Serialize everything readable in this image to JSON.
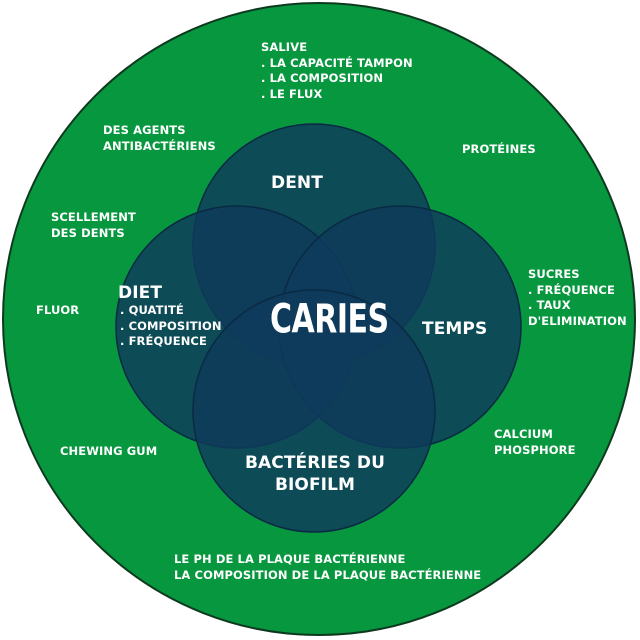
{
  "colors": {
    "background": "#ffffff",
    "outer_ring": "#07973F",
    "outer_ring_stroke": "#0d3a1f",
    "circles": "#0f3a5c",
    "circle_stroke": "#0a2a44",
    "text": "#ffffff"
  },
  "center": {
    "label": "CARIES"
  },
  "circles": {
    "dent": {
      "title": "DENT"
    },
    "diet": {
      "title": "DIET",
      "items": [
        ". QUATITÉ",
        ". COMPOSITION",
        ". FRÉQUENCE"
      ]
    },
    "temps": {
      "title": "TEMPS"
    },
    "bacteries": {
      "title_line1": "BACTÉRIES DU",
      "title_line2": "BIOFILM"
    }
  },
  "outer_labels": {
    "salive": {
      "title": "SALIVE",
      "items": [
        ". LA CAPACITÉ TAMPON",
        ". LA COMPOSITION",
        ". LE FLUX"
      ]
    },
    "agents": {
      "line1": "DES AGENTS",
      "line2": "ANTIBACTÉRIENS"
    },
    "proteines": {
      "text": "PROTÉINES"
    },
    "scellement": {
      "line1": "SCELLEMENT",
      "line2": "DES DENTS"
    },
    "fluor": {
      "text": "FLUOR"
    },
    "sucres": {
      "title": "SUCRES",
      "items": [
        ". FRÉQUENCE",
        ". TAUX",
        "D'ELIMINATION"
      ]
    },
    "chewing": {
      "text": "CHEWING GUM"
    },
    "calcium": {
      "line1": "CALCIUM",
      "line2": "PHOSPHORE"
    },
    "ph": {
      "line1": "LE PH DE LA PLAQUE BACTÉRIENNE",
      "line2": "LA COMPOSITION DE LA PLAQUE BACTÉRIENNE"
    }
  }
}
